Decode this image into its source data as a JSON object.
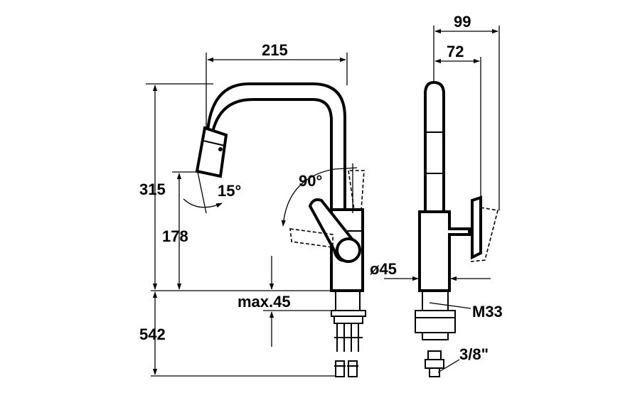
{
  "labels": {
    "width_215": "215",
    "depth_99": "99",
    "depth_72": "72",
    "height_315": "315",
    "height_178": "178",
    "height_542": "542",
    "angle_15": "15°",
    "angle_90": "90°",
    "diameter_45": "ø45",
    "max_45": "max.45",
    "thread_m33": "M33",
    "connection_3_8": "3/8\""
  },
  "colors": {
    "line": "#000000",
    "background": "#ffffff"
  }
}
